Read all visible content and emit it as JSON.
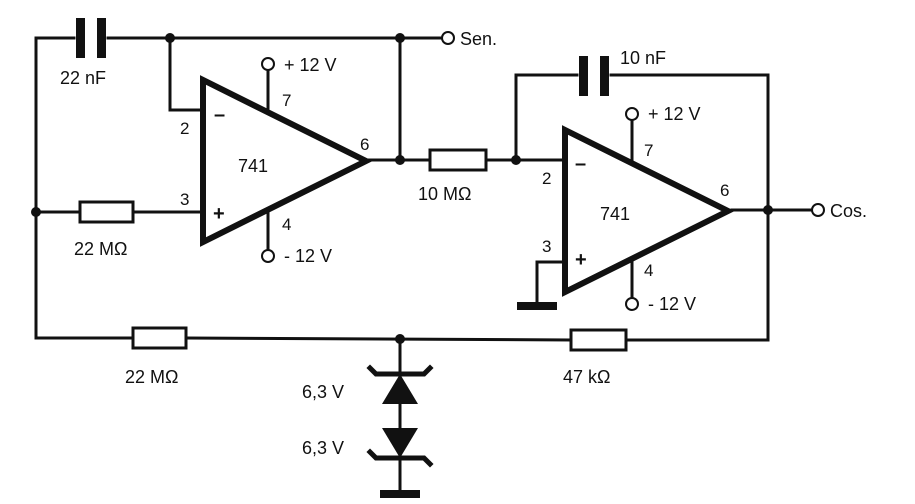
{
  "outputs": {
    "sen": "Sen.",
    "cos": "Cos."
  },
  "opamp1": {
    "model": "741",
    "pin_minus": "2",
    "pin_plus": "3",
    "pin_out": "6",
    "pin_vpos": "7",
    "pin_vneg": "4",
    "vpos": "+ 12 V",
    "vneg": "- 12 V",
    "sign_minus": "–",
    "sign_plus": "+"
  },
  "opamp2": {
    "model": "741",
    "pin_minus": "2",
    "pin_plus": "3",
    "pin_out": "6",
    "pin_vpos": "7",
    "pin_vneg": "4",
    "vpos": "+ 12 V",
    "vneg": "- 12 V",
    "sign_minus": "–",
    "sign_plus": "+"
  },
  "components": {
    "c1": "22 nF",
    "c2": "10 nF",
    "r1": "22 MΩ",
    "r2": "10 MΩ",
    "r3": "22 MΩ",
    "r4": "47 kΩ",
    "z1": "6,3 V",
    "z2": "6,3 V"
  }
}
